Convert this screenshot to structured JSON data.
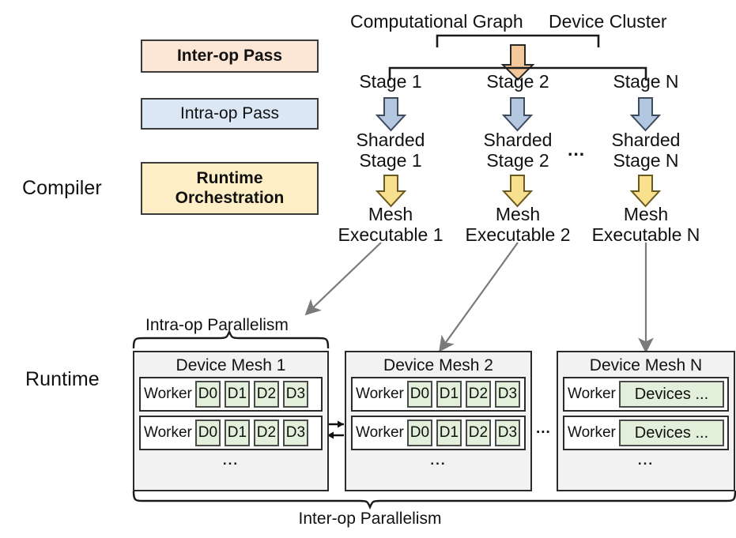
{
  "sections": {
    "compiler_label": "Compiler",
    "runtime_label": "Runtime"
  },
  "legend": {
    "inter_op_pass": "Inter-op Pass",
    "intra_op_pass": "Intra-op Pass",
    "runtime_orchestration_line1": "Runtime",
    "runtime_orchestration_line2": "Orchestration"
  },
  "colors": {
    "inter_op_fill": "#FCE6D5",
    "intra_op_fill": "#DCE7F5",
    "runtime_fill": "#FDEEC6",
    "device_fill": "#E2EFDA",
    "mesh_fill": "#F2F2F2",
    "orange_arrow": "#F4C79B",
    "blue_arrow": "#B0C4DE",
    "yellow_arrow": "#F7E08A",
    "gray_arrow": "#808080",
    "outline": "#2b2b2b"
  },
  "inputs": {
    "computational_graph": "Computational Graph",
    "device_cluster": "Device Cluster"
  },
  "stages": [
    {
      "stage": "Stage 1",
      "sharded_l1": "Sharded",
      "sharded_l2": "Stage 1",
      "mesh_exec_l1": "Mesh",
      "mesh_exec_l2": "Executable 1"
    },
    {
      "stage": "Stage 2",
      "sharded_l1": "Sharded",
      "sharded_l2": "Stage 2",
      "mesh_exec_l1": "Mesh",
      "mesh_exec_l2": "Executable 2"
    },
    {
      "stage": "Stage N",
      "sharded_l1": "Sharded",
      "sharded_l2": "Stage N",
      "mesh_exec_l1": "Mesh",
      "mesh_exec_l2": "Executable N"
    }
  ],
  "stage_ellipsis": "...",
  "meshes": [
    {
      "title": "Device Mesh 1",
      "workers": [
        {
          "label": "Worker",
          "devices": [
            "D0",
            "D1",
            "D2",
            "D3"
          ]
        },
        {
          "label": "Worker",
          "devices": [
            "D0",
            "D1",
            "D2",
            "D3"
          ]
        }
      ],
      "ellipsis": "..."
    },
    {
      "title": "Device Mesh 2",
      "workers": [
        {
          "label": "Worker",
          "devices": [
            "D0",
            "D1",
            "D2",
            "D3"
          ]
        },
        {
          "label": "Worker",
          "devices": [
            "D0",
            "D1",
            "D2",
            "D3"
          ]
        }
      ],
      "ellipsis": "..."
    },
    {
      "title": "Device Mesh N",
      "workers": [
        {
          "label": "Worker",
          "devices_wide": "Devices ..."
        },
        {
          "label": "Worker",
          "devices_wide": "Devices ..."
        }
      ],
      "ellipsis": "..."
    }
  ],
  "mesh_ellipsis_between": "...",
  "braces": {
    "intra_op": "Intra-op Parallelism",
    "inter_op": "Inter-op Parallelism"
  }
}
